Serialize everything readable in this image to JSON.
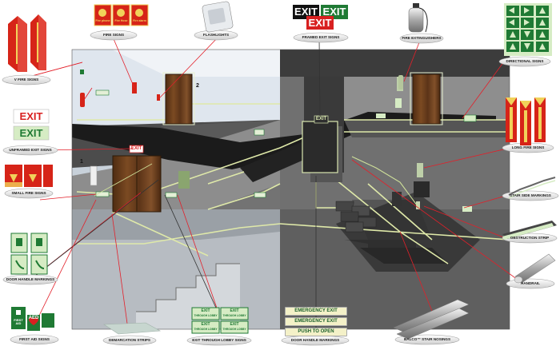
{
  "labels": {
    "v_fire_signs": "V FIRE SIGNS",
    "fire_signs": "FIRE SIGNS",
    "flashlights": "FLASHLIGHTS",
    "framed_exit_signs": "FRAMED EXIT SIGNS",
    "fire_extinguishers": "FIRE EXTINGUISHERS",
    "directional_signs": "DIRECTIONAL SIGNS",
    "unframed_exit_signs": "UNFRAMED EXIT SIGNS",
    "long_fire_signs": "LONG FIRE SIGNS",
    "small_fire_signs": "SMALL FIRE SIGNS",
    "stair_side_markings": "STAIR SIDE MARKINGS",
    "obstruction_strip": "OBSTRUCTION STRIP",
    "door_handle_markings_left": "DOOR HANDLE MARKINGS",
    "handrail": "HANDRAIL",
    "first_aid_signs": "FIRST AID SIGNS",
    "demarcation_strips": "DEMARCATION STRIPS",
    "exit_through_lobby_signs": "EXIT THROUGH LOBBY SIGNS",
    "door_handle_markings_bottom": "DOOR HANDLE MARKINGS",
    "balco_stair_nosings": "BALCO™ STAIR NOSINGS"
  },
  "sign_text": {
    "exit": "EXIT",
    "fire_phone": "Fire phone",
    "fire_hose": "Fire Hose",
    "fire_alarm": "Fire alarm",
    "first_aid": "FIRST AID",
    "aed": "AED",
    "through_lobby": "THROUGH LOBBY",
    "emergency_exit": "EMERGENCY EXIT",
    "push_to_open": "PUSH TO OPEN",
    "floor_1": "1",
    "floor_2": "2"
  },
  "colors": {
    "exit_red": "#d82020",
    "photoluminescent": "#d6ecc4",
    "sign_green": "#1f7a34",
    "fire_red": "#d62418",
    "fire_yellow": "#f1d25a",
    "door_wood": "#6b3f1c",
    "label_ellipse": "#ececec",
    "leader_red": "#e3202a",
    "scene_dark": "#6c6c6c",
    "scene_light": "#c9d3dc"
  }
}
